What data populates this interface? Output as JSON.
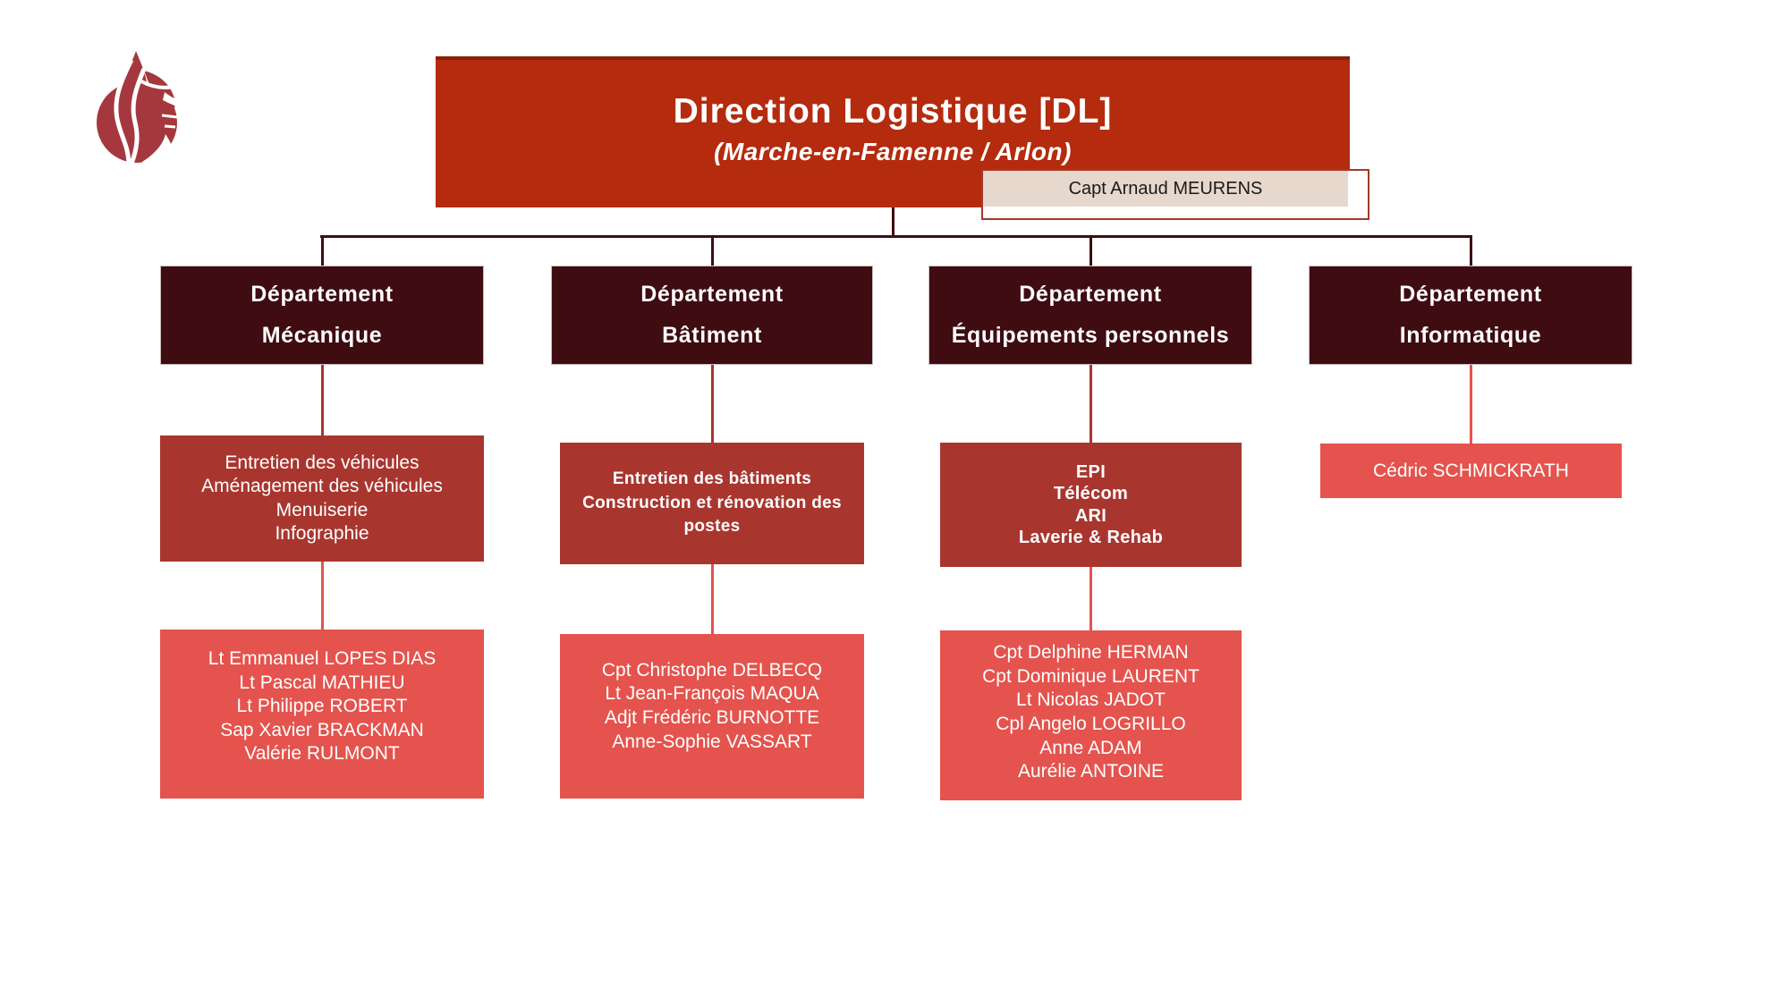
{
  "header": {
    "title": "Direction Logistique [DL]",
    "subtitle": "(Marche-en-Famenne / Arlon)",
    "assistant": "Capt Arnaud MEURENS"
  },
  "departments": [
    {
      "line1": "Département",
      "line2": "Mécanique",
      "units": [
        "Entretien des véhicules",
        "Aménagement des véhicules",
        "Menuiserie",
        "Infographie"
      ],
      "staff": [
        "Lt Emmanuel LOPES DIAS",
        "Lt Pascal MATHIEU",
        "Lt Philippe ROBERT",
        "Sap Xavier BRACKMAN",
        "Valérie RULMONT"
      ]
    },
    {
      "line1": "Département",
      "line2": "Bâtiment",
      "units": [
        "Entretien des bâtiments",
        "Construction et rénovation des postes"
      ],
      "staff": [
        "Cpt Christophe DELBECQ",
        "Lt Jean-François MAQUA",
        "Adjt Frédéric BURNOTTE",
        "Anne-Sophie VASSART"
      ]
    },
    {
      "line1": "Département",
      "line2": "Équipements personnels",
      "units": [
        "EPI",
        "Télécom",
        "ARI",
        "Laverie & Rehab"
      ],
      "staff": [
        "Cpt Delphine HERMAN",
        "Cpt Dominique LAURENT",
        "Lt Nicolas JADOT",
        "Cpl Angelo LOGRILLO",
        "Anne ADAM",
        "Aurélie ANTOINE"
      ]
    },
    {
      "line1": "Département",
      "line2": "Informatique",
      "units": [],
      "staff": [
        "Cédric SCHMICKRATH"
      ]
    }
  ],
  "icons": {
    "logo": "firefighter-flame-emblem"
  },
  "colors": {
    "banner": "#B42B0E",
    "department_box": "#3E0C11",
    "unit_box": "#A8362F",
    "staff_box": "#E4534D",
    "assistant_fill": "#E6D8CD",
    "assistant_border": "#A33A28",
    "connector_dark": "#3F0D12",
    "logo_red": "#A5383E"
  }
}
